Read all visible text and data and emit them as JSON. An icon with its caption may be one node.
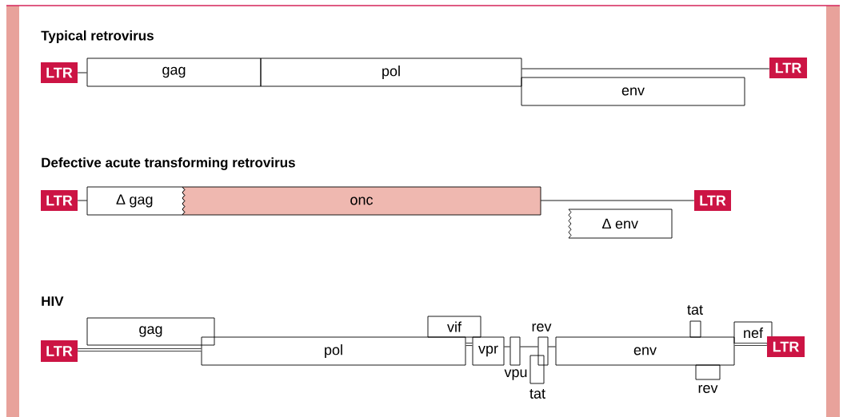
{
  "diagram": {
    "nodes": [
      {
        "text": [
          "LTR"
        ]
      },
      {
        "text": [
          "gag"
        ]
      },
      {
        "text": [
          "pol"
        ]
      },
      {
        "text": [
          "env"
        ]
      },
      {
        "text": [
          "LTR"
        ]
      },
      {
        "text": [
          "LTR"
        ]
      },
      {
        "text": [
          "∆ gag"
        ]
      },
      {
        "text": [
          "onc"
        ]
      },
      {
        "text": [
          "∆ env"
        ]
      },
      {
        "text": [
          "LTR"
        ]
      },
      {
        "text": [
          "LTR"
        ]
      },
      {
        "text": [
          "gag"
        ]
      },
      {
        "text": [
          "pol"
        ]
      },
      {
        "text": [
          "vif"
        ]
      },
      {
        "text": [
          "vpr"
        ]
      },
      {
        "text": [],
        "shape": "box",
        "beside": [
          "vpu"
        ]
      },
      {
        "text": [],
        "shape": "box",
        "beside": [
          "rev"
        ]
      },
      {
        "text": [],
        "shape": "box",
        "beside": [
          "tat"
        ]
      },
      {
        "text": [
          "env"
        ]
      },
      {
        "text": [],
        "shape": "box",
        "beside": [
          "tat"
        ]
      },
      {
        "text": [],
        "shape": "box",
        "beside": [
          "rev"
        ]
      },
      {
        "text": [
          "nef"
        ]
      },
      {
        "text": [
          "LTR"
        ]
      }
    ],
    "edges": [
      {
        "from": 0,
        "to": 1,
        "arrow": "none"
      },
      {
        "from": 2,
        "to": 4,
        "arrow": "none"
      },
      {
        "from": 5,
        "to": 6,
        "arrow": "none"
      },
      {
        "from": 7,
        "to": 9,
        "arrow": "none"
      },
      {
        "from": 10,
        "to": 12,
        "arrow": "none",
        "style": "thick"
      },
      {
        "from": 12,
        "to": 14,
        "arrow": "none",
        "style": "thick"
      },
      {
        "from": 14,
        "to": 15,
        "arrow": "none"
      },
      {
        "from": 15,
        "to": 16,
        "arrow": "none"
      },
      {
        "from": 16,
        "to": 18,
        "arrow": "none"
      },
      {
        "from": 18,
        "to": 22,
        "arrow": "none",
        "style": "thick"
      }
    ],
    "labels": [
      "Typical retrovirus",
      "Defective acute transforming retrovirus",
      "HIV"
    ]
  }
}
